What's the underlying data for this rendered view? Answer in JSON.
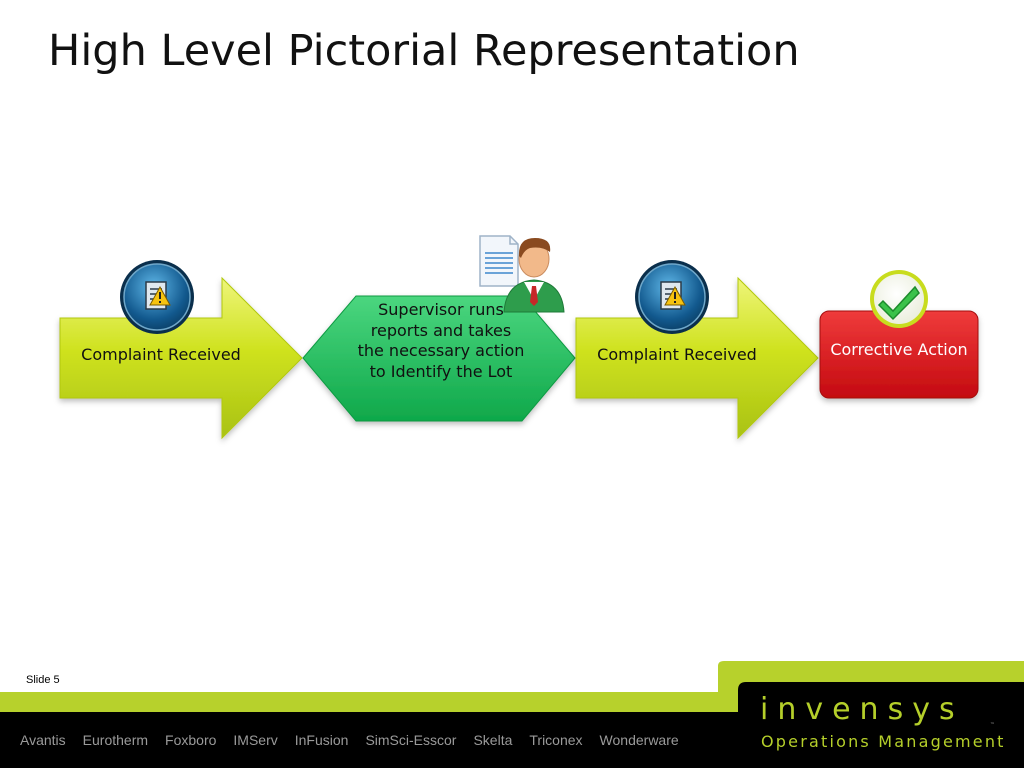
{
  "slide": {
    "title": "High Level Pictorial Representation",
    "slide_label": "Slide 5"
  },
  "flow": {
    "step1": {
      "label": "Complaint Received",
      "icon": "document-warning-icon"
    },
    "step2": {
      "label": "Supervisor runs reports and takes the necessary action to Identify the Lot",
      "icon": "supervisor-person-icon"
    },
    "step3": {
      "label": "Complaint Received",
      "icon": "document-warning-icon"
    },
    "step4": {
      "label": "Corrective Action",
      "icon": "check-mark-icon"
    }
  },
  "footer": {
    "brands": [
      "Avantis",
      "Eurotherm",
      "Foxboro",
      "IMServ",
      "InFusion",
      "SimSci-Esscor",
      "Skelta",
      "Triconex",
      "Wonderware"
    ],
    "logo_word": "invensys",
    "logo_subtitle": "Operations Management"
  },
  "colors": {
    "arrow_green": "#c8dc1e",
    "hex_green": "#17b955",
    "corrective_red": "#d90f15",
    "footer_bar": "#b7d12c",
    "footer_black": "#000000",
    "brand_text": "#9a9a9a"
  }
}
